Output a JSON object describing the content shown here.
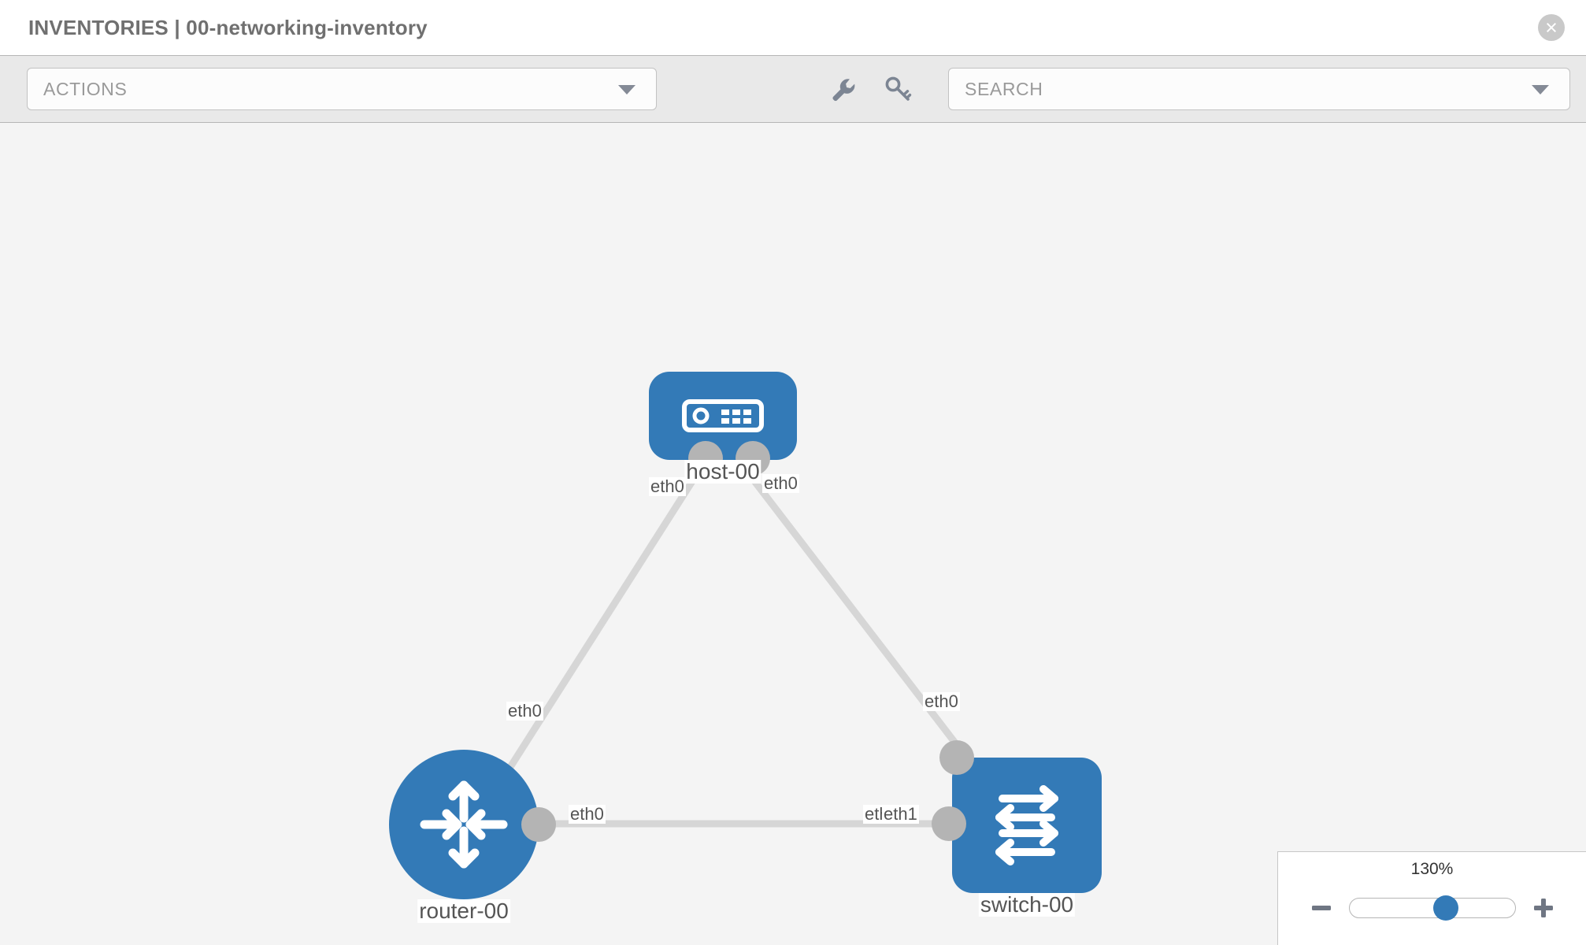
{
  "header": {
    "title": "INVENTORIES | 00-networking-inventory",
    "close_icon": "close-circle-icon"
  },
  "toolbar": {
    "actions_label": "ACTIONS",
    "actions_caret": "chevron-down-icon",
    "wrench_icon": "wrench-icon",
    "key_icon": "key-icon",
    "search_placeholder": "SEARCH",
    "search_value": "",
    "search_caret": "chevron-down-icon"
  },
  "topology": {
    "nodes": [
      {
        "id": "host-00",
        "label": "host-00",
        "icon": "server-icon",
        "shape": "rounded-rect"
      },
      {
        "id": "router-00",
        "label": "router-00",
        "icon": "router-icon",
        "shape": "circle"
      },
      {
        "id": "switch-00",
        "label": "switch-00",
        "icon": "switch-icon",
        "shape": "rounded-square"
      }
    ],
    "edges": [
      {
        "from": "host-00",
        "to": "router-00",
        "from_label": "eth0",
        "to_label": "eth0"
      },
      {
        "from": "host-00",
        "to": "switch-00",
        "from_label": "eth0",
        "to_label": "eth0"
      },
      {
        "from": "router-00",
        "to": "switch-00",
        "from_label": "eth0",
        "to_label": "eth1"
      }
    ],
    "edge_labels": {
      "host_left": "eth0",
      "host_right": "eth0",
      "router_upper": "eth0",
      "switch_upper": "eth0",
      "router_right": "eth0",
      "switch_left_hidden": "eth",
      "switch_left": "eth1"
    }
  },
  "zoom_control": {
    "value": "130%",
    "minus_icon": "minus-icon",
    "plus_icon": "plus-icon",
    "thumb_position_percent": 60
  },
  "colors": {
    "node_blue": "#337ab7",
    "canvas_bg": "#f4f4f4",
    "toolbar_bg": "#e9e9e9",
    "edge_gray": "#d6d6d6",
    "handle_gray": "#b4b4b4",
    "title_gray": "#707070"
  }
}
